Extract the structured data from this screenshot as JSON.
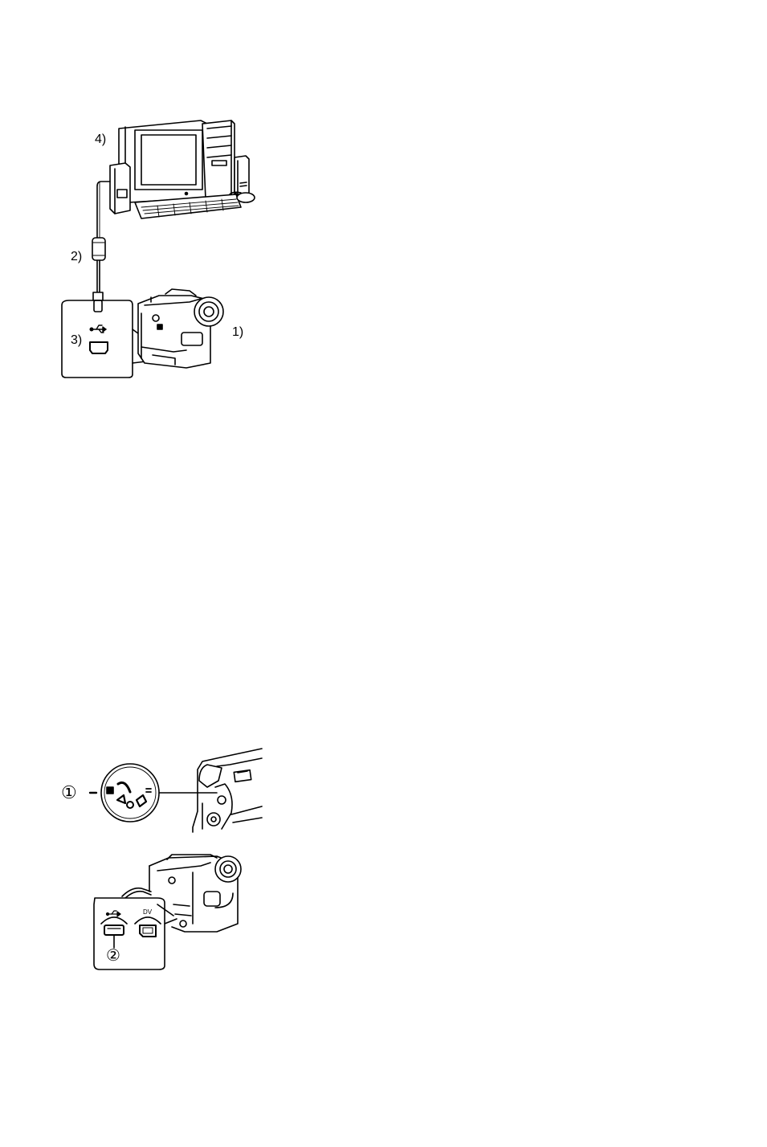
{
  "figure1": {
    "label_computer": "4)",
    "label_cable": "2)",
    "label_port": "3)",
    "label_camera": "1)"
  },
  "figure2": {
    "label_dial": "①"
  },
  "figure3": {
    "label_usb_port": "②",
    "label_dv": "DV"
  },
  "icons": {
    "usb": "usb-icon"
  },
  "colors": {
    "ink": "#000000",
    "paper": "#ffffff"
  }
}
